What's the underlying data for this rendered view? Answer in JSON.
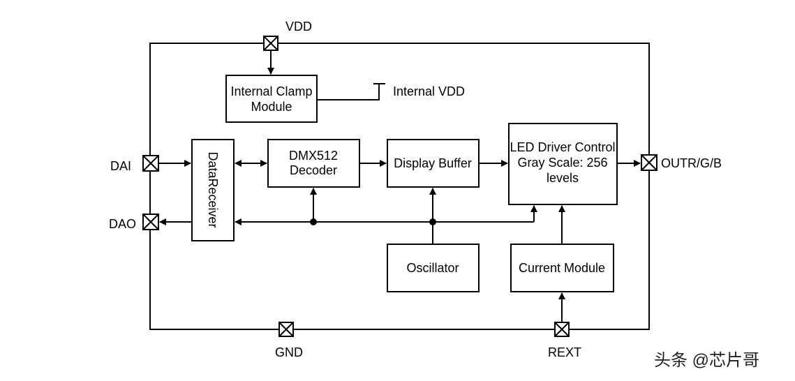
{
  "pins": {
    "vdd": "VDD",
    "gnd": "GND",
    "rext": "REXT",
    "dai": "DAI",
    "dao": "DAO",
    "out": "OUTR/G/B"
  },
  "blocks": {
    "clamp": [
      "Internal Clamp",
      "Module"
    ],
    "internal_vdd": "Internal VDD",
    "receiver": "DataReceiver",
    "decoder": [
      "DMX512",
      "Decoder"
    ],
    "buffer": "Display Buffer",
    "led": [
      "LED Driver Control",
      "Gray Scale: 256",
      "levels"
    ],
    "oscillator": "Oscillator",
    "current": "Current Module"
  },
  "watermark": "头条 @芯片哥"
}
